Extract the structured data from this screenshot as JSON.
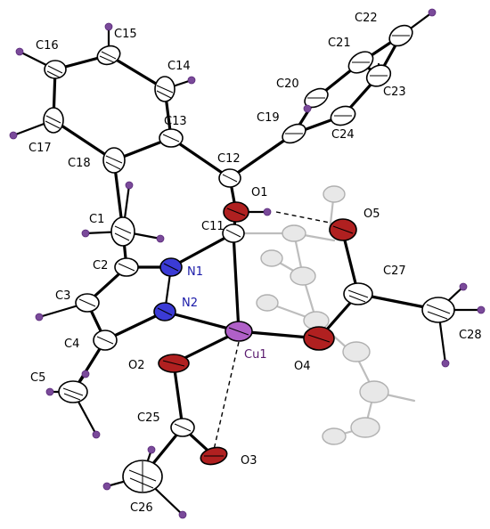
{
  "labels": {
    "C15": "C15",
    "C16": "C16",
    "C14": "C14",
    "C17": "C17",
    "C18": "C18",
    "C13": "C13",
    "C12": "C12",
    "C19": "C19",
    "C20": "C20",
    "C21": "C21",
    "C22": "C22",
    "C23": "C23",
    "C24": "C24",
    "O1": "O1",
    "O5": "O5",
    "C1": "C1",
    "C11": "C11",
    "C2": "C2",
    "N1": "N1",
    "N2": "N2",
    "C27": "C27",
    "C3": "C3",
    "C4": "C4",
    "Cu1": "Cu1",
    "O2": "O2",
    "O4": "O4",
    "C28": "C28",
    "C5": "C5",
    "C25": "C25",
    "O3": "O3",
    "C26": "C26"
  },
  "colors": {
    "carbon": "#ffffff",
    "nitrogen": "#3b3bd6",
    "oxygen": "#b02020",
    "copper": "#b060c8",
    "hydrogen": "#9a6ac0",
    "ghost": "#bdbdbd"
  }
}
